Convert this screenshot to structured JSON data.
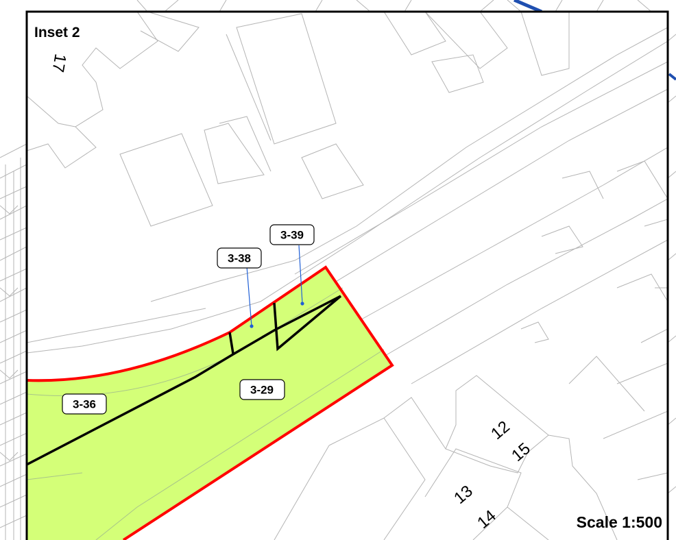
{
  "inset": {
    "title": "Inset 2",
    "scale": "Scale 1:500"
  },
  "plot_labels": {
    "p3_39": "3-39",
    "p3_38": "3-38",
    "p3_29": "3-29",
    "p3_36": "3-36"
  },
  "building_numbers": {
    "n17": "17",
    "n12": "12",
    "n15": "15",
    "n13": "13",
    "n14": "14"
  },
  "colors": {
    "plot_fill": "#d4ff78",
    "plot_outline": "#ff0000",
    "plot_division": "#000000",
    "leader_line": "#1f5fd6",
    "parcel_line": "#b4b4b4",
    "road_accent": "#1f4fb0",
    "frame": "#000000"
  }
}
